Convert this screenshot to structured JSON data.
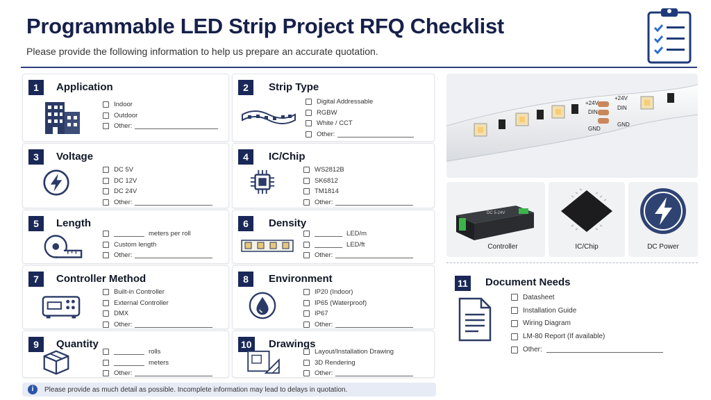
{
  "header": {
    "title": "Programmable LED Strip Project RFQ Checklist",
    "subtitle": "Please provide the following information to help us prepare an accurate quotation."
  },
  "sections": {
    "application": {
      "num": "1",
      "title": "Application",
      "options": [
        "Indoor",
        "Outdoor",
        "Other:"
      ]
    },
    "strip_type": {
      "num": "2",
      "title": "Strip Type",
      "options": [
        "Digital Addressable",
        "RGBW",
        "White / CCT",
        "Other:"
      ]
    },
    "voltage": {
      "num": "3",
      "title": "Voltage",
      "options": [
        "DC 5V",
        "DC 12V",
        "DC 24V",
        "Other:"
      ]
    },
    "ic_chip": {
      "num": "4",
      "title": "IC/Chip",
      "options": [
        "WS2812B",
        "SK6812",
        "TM1814",
        "Other:"
      ]
    },
    "length": {
      "num": "5",
      "title": "Length",
      "options": [
        "meters per roll",
        "Custom length",
        "Other:"
      ]
    },
    "density": {
      "num": "6",
      "title": "Density",
      "options": [
        "LED/m",
        "LED/ft",
        "Other:"
      ]
    },
    "controller": {
      "num": "7",
      "title": "Controller Method",
      "options": [
        "Built-in Controller",
        "External Controller",
        "DMX",
        "Other:"
      ]
    },
    "environment": {
      "num": "8",
      "title": "Environment",
      "options": [
        "IP20 (Indoor)",
        "IP65 (Waterproof)",
        "IP67",
        "Other:"
      ]
    },
    "quantity": {
      "num": "9",
      "title": "Quantity",
      "options": [
        "rolls",
        "meters",
        "Other:"
      ]
    },
    "drawings": {
      "num": "10",
      "title": "Drawings",
      "options": [
        "Layout/Installation Drawing",
        "3D Rendering",
        "Other:"
      ]
    },
    "documents": {
      "num": "11",
      "title": "Document Needs",
      "options": [
        "Datasheet",
        "Installation Guide",
        "Wiring Diagram",
        "LM-80 Report (If available)",
        "Other:"
      ]
    }
  },
  "strip_labels": [
    "+24V",
    "DIN",
    "GND",
    "+24V",
    "DIN",
    "GND"
  ],
  "controller_device_text": "DC 5-24V",
  "captions": {
    "controller": "Controller",
    "ic_chip": "IC/Chip",
    "dc_power": "DC Power"
  },
  "footnote": "Please provide as much detail as possible. Incomplete information may lead to delays in quotation.",
  "colors": {
    "navy": "#1a2858",
    "rule": "#2b3f7a",
    "accent": "#2c56a8",
    "footnote_bg": "#e7ebf5"
  }
}
